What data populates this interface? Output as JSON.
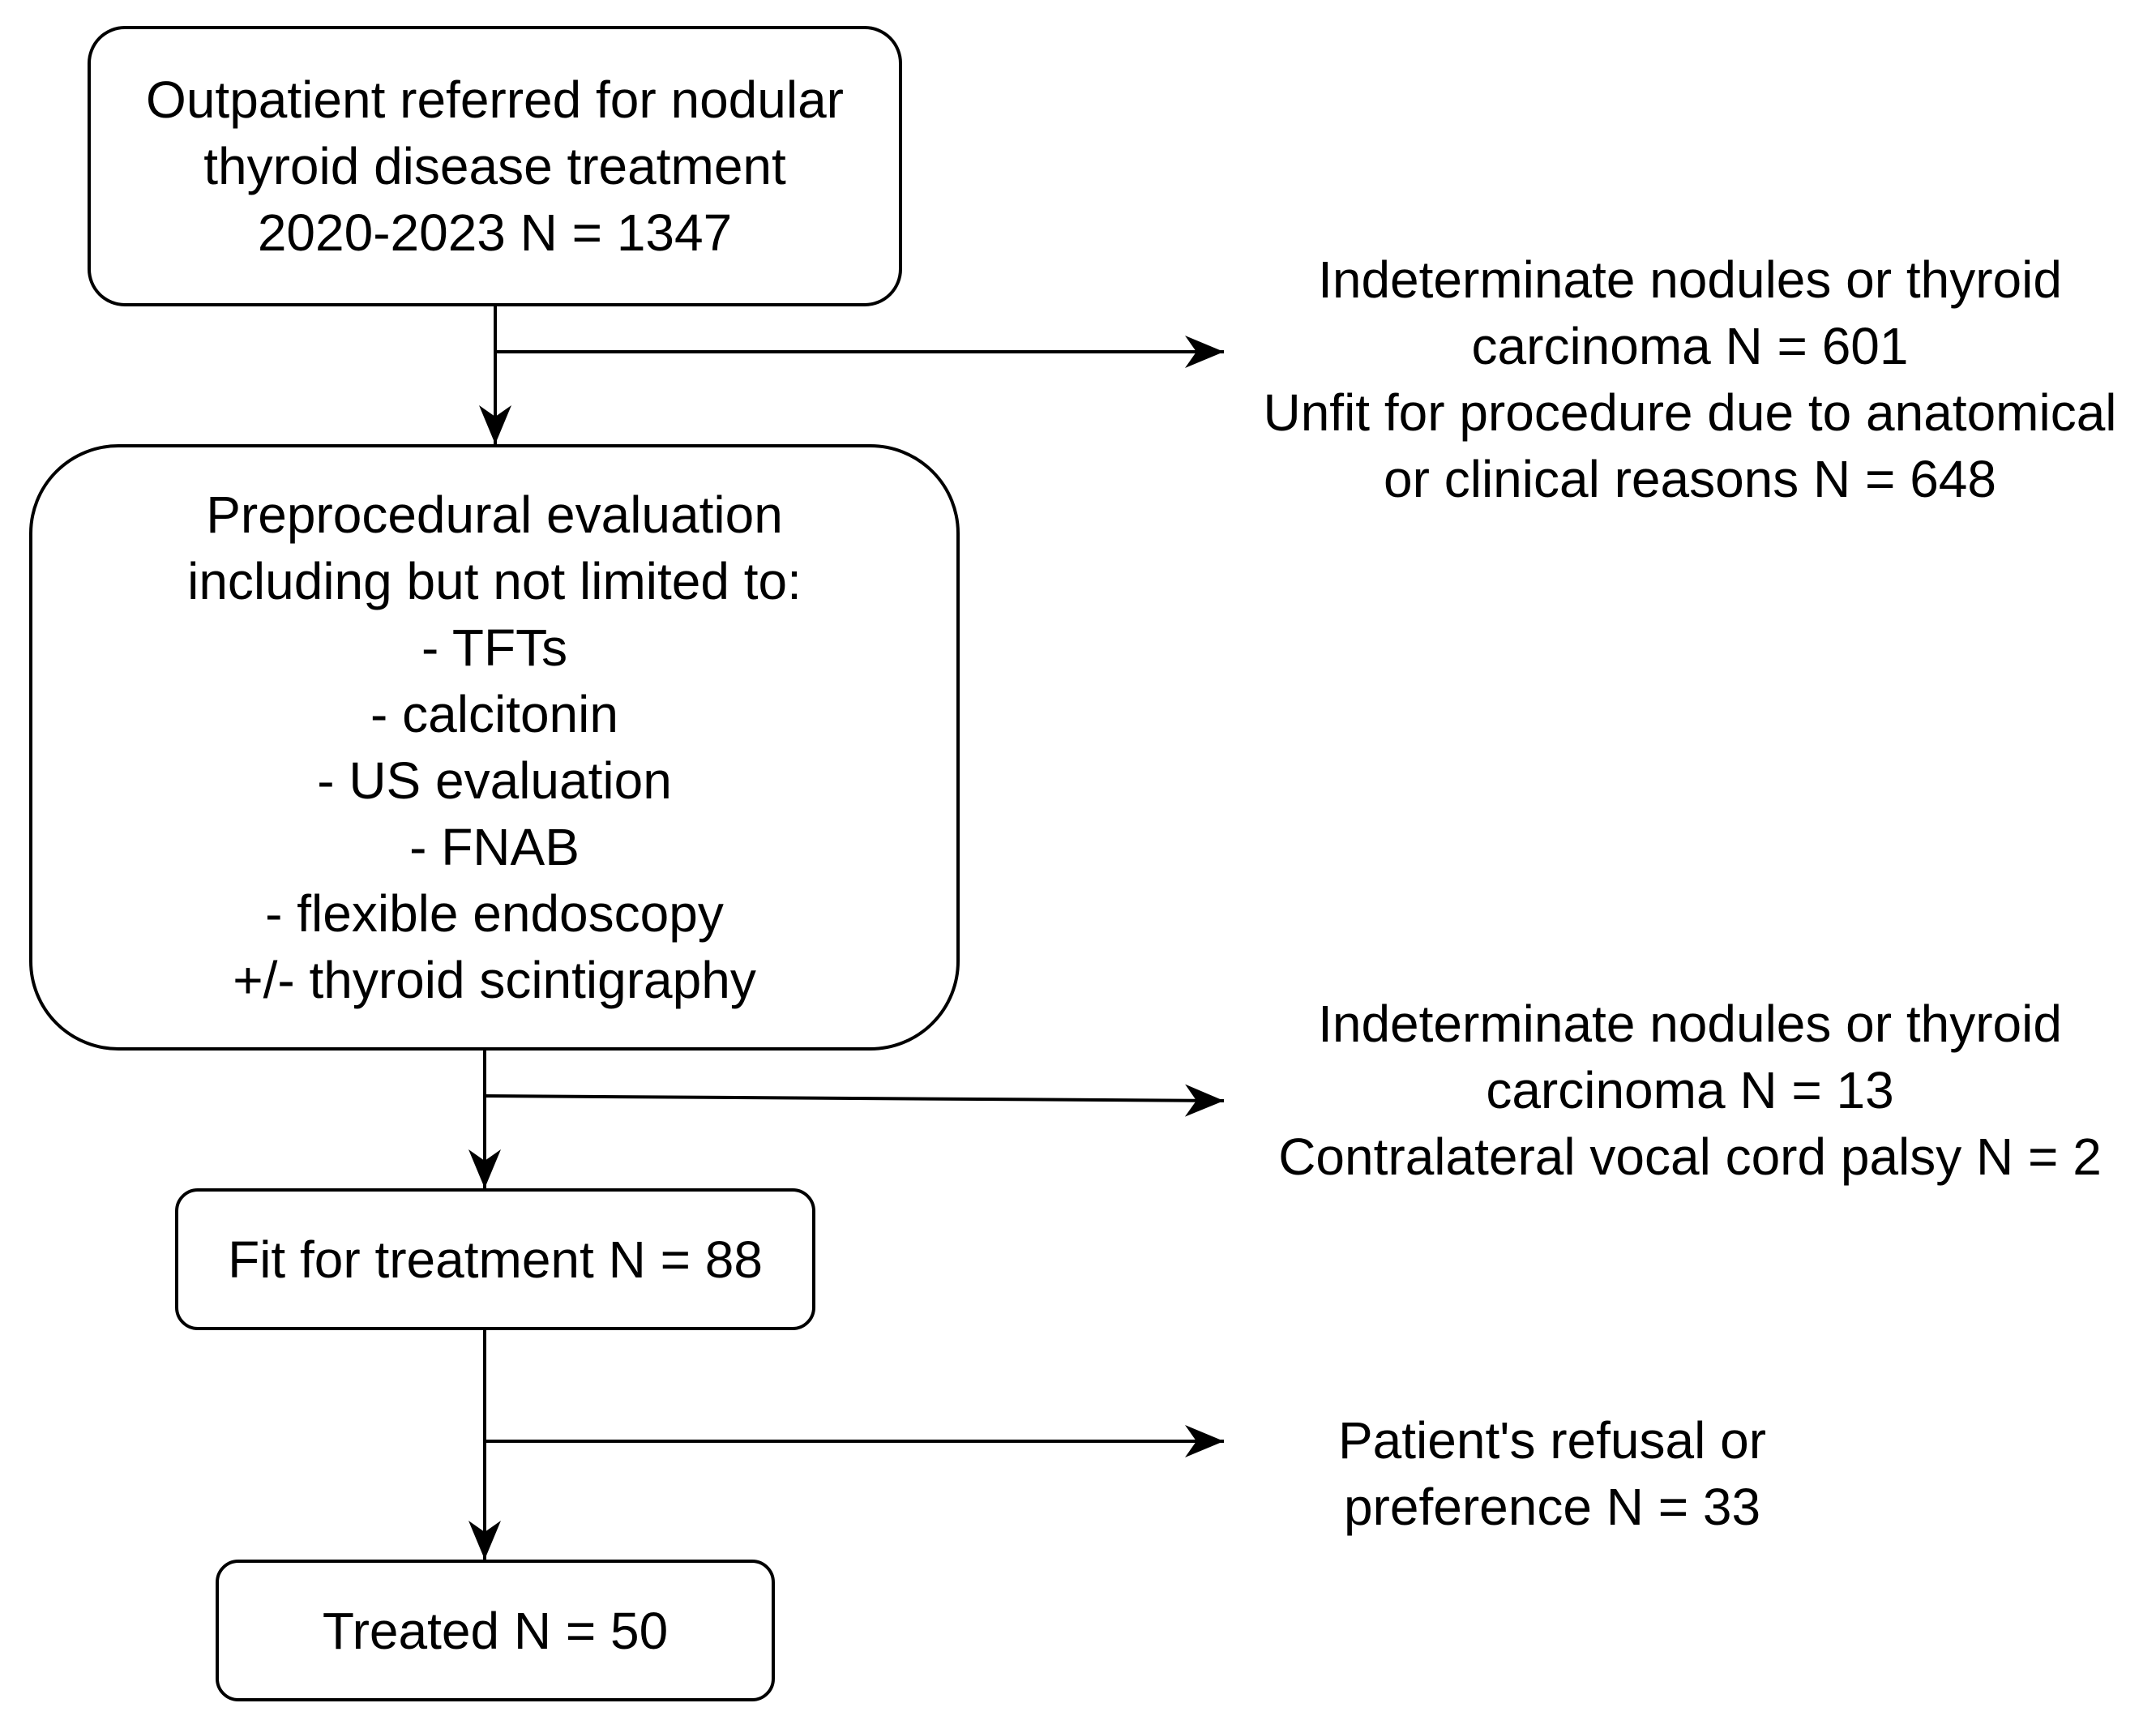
{
  "boxes": {
    "referred": {
      "lines": [
        "Outpatient referred for nodular",
        "thyroid disease treatment",
        "2020-2023 N = 1347"
      ]
    },
    "evaluation": {
      "lines": [
        "Preprocedural evaluation",
        "including but not limited to:",
        "- TFTs",
        "- calcitonin",
        "- US evaluation",
        "- FNAB",
        "- flexible endoscopy",
        "+/- thyroid scintigraphy"
      ]
    },
    "fit": {
      "lines": [
        "Fit for treatment N = 88"
      ]
    },
    "treated": {
      "lines": [
        "Treated N = 50"
      ]
    }
  },
  "exclusions": {
    "after_referral": {
      "lines": [
        "Indeterminate nodules or thyroid",
        "carcinoma N = 601",
        "Unfit for procedure due to anatomical",
        "or clinical reasons N = 648"
      ]
    },
    "after_evaluation": {
      "lines": [
        "Indeterminate nodules or thyroid",
        "carcinoma N = 13",
        "Contralateral vocal cord palsy N = 2"
      ]
    },
    "after_fit": {
      "lines": [
        "Patient's refusal or",
        "preference N = 33"
      ]
    }
  },
  "colors": {
    "stroke": "#000000",
    "background": "#ffffff"
  }
}
